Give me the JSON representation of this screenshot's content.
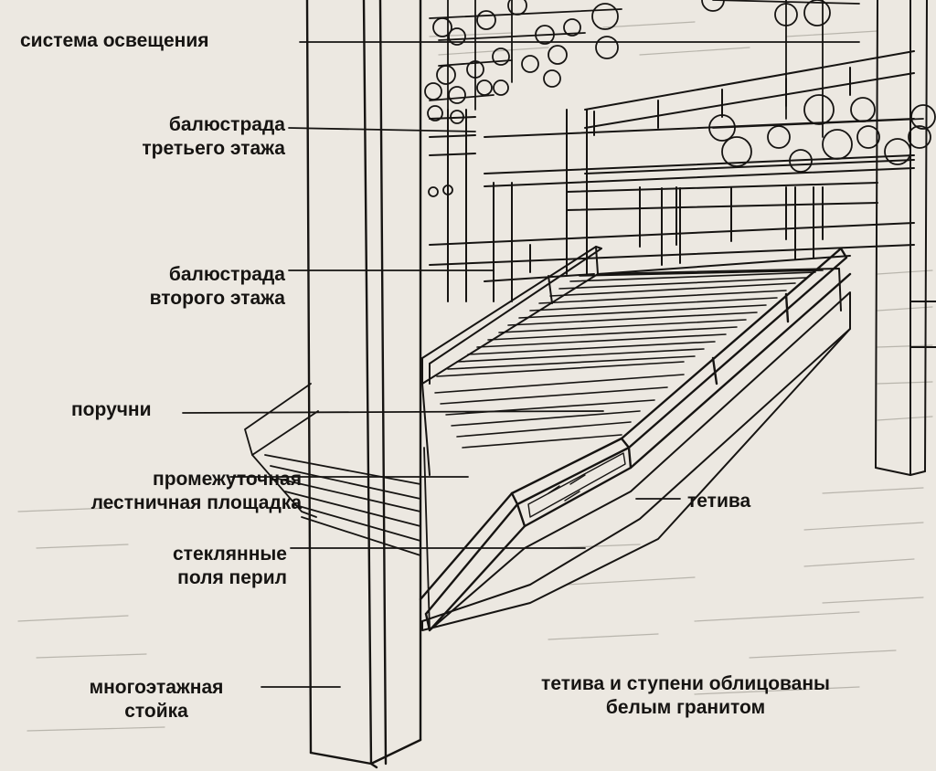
{
  "labels": {
    "lighting_system": "система освещения",
    "third_floor_balustrade": [
      "балюстрада",
      "третьего этажа"
    ],
    "second_floor_balustrade": [
      "балюстрада",
      "второго этажа"
    ],
    "handrails": "поручни",
    "intermediate_landing": [
      "промежуточная",
      "лестничная площадка"
    ],
    "glass_panels": [
      "стеклянные",
      "поля перил"
    ],
    "multistory_column": [
      "многоэтажная",
      "стойка"
    ],
    "stringer": "тетива",
    "granite_note": [
      "тетива и ступени облицованы",
      "белым гранитом"
    ]
  },
  "colors": {
    "paper": "#ece8e1",
    "ink": "#161412"
  }
}
